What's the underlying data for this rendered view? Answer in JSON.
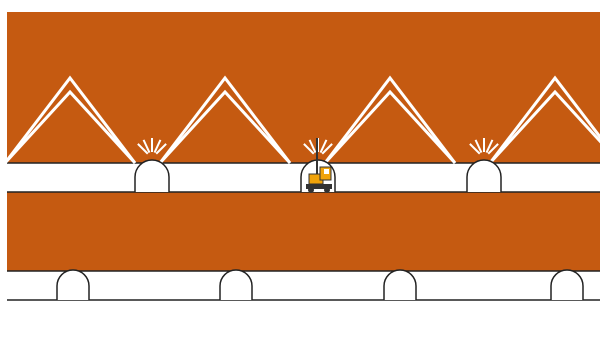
{
  "colors": {
    "rock": "#c55a11",
    "background": "#ffffff",
    "drift": "#ffffff",
    "outline": "#222222",
    "fan_lines": "#ffffff",
    "drill_rig_body": "#f0a30a",
    "drill_rig_dark": "#333333"
  },
  "diagram": {
    "upper_drift": {
      "name": "upper-drift",
      "openings": 3,
      "fan_groups": 4,
      "equipment": "drill-rig"
    },
    "lower_drift": {
      "name": "lower-drift",
      "openings": 4
    }
  }
}
